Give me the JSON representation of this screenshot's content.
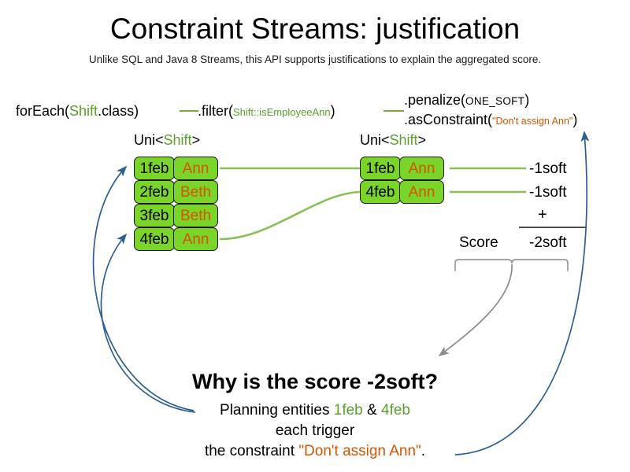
{
  "slide": {
    "title": "Constraint Streams: justification",
    "subtitle": "Unlike SQL and Java 8 Streams, this API supports justifications to explain the aggregated score."
  },
  "colors": {
    "entity_green_fill": "#7ad42a",
    "code_green": "#5aa02c",
    "connector_green": "#7aa93c",
    "constraint_orange": "#d45500",
    "arrow_blue": "#2e5f93",
    "brace_gray": "#999999",
    "text_black": "#000000"
  },
  "code": {
    "foreach": {
      "method": "forEach(",
      "type": "Shift",
      "suffix": ".class)"
    },
    "filter": {
      "method": ".filter(",
      "arg": "Shift::isEmployeeAnn",
      "suffix": ")"
    },
    "penalize": {
      "method": ".penalize(",
      "arg": "ONE_SOFT",
      "suffix": ")"
    },
    "as_constraint": {
      "method": ".asConstraint(",
      "arg": "\"Don't assign Ann\"",
      "suffix": ")"
    }
  },
  "streams": {
    "left": {
      "caption_prefix": "Uni<",
      "caption_type": "Shift",
      "caption_suffix": ">",
      "rows": [
        {
          "date": "1feb",
          "employee": "Ann"
        },
        {
          "date": "2feb",
          "employee": "Beth"
        },
        {
          "date": "3feb",
          "employee": "Beth"
        },
        {
          "date": "4feb",
          "employee": "Ann"
        }
      ]
    },
    "right": {
      "caption_prefix": "Uni<",
      "caption_type": "Shift",
      "caption_suffix": ">",
      "rows": [
        {
          "date": "1feb",
          "employee": "Ann"
        },
        {
          "date": "4feb",
          "employee": "Ann"
        }
      ]
    }
  },
  "score_panel": {
    "penalties": [
      "-1soft",
      "-1soft"
    ],
    "operator": "+",
    "label": "Score",
    "total": "-2soft"
  },
  "explanation": {
    "heading": "Why is the score -2soft?",
    "line1_prefix": "Planning entities ",
    "line1_entity_a": "1feb",
    "line1_amp": " & ",
    "line1_entity_b": "4feb",
    "line2": "each trigger",
    "line3_prefix": "the constraint ",
    "line3_constraint": "\"Don't assign Ann\"",
    "line3_suffix": "."
  }
}
